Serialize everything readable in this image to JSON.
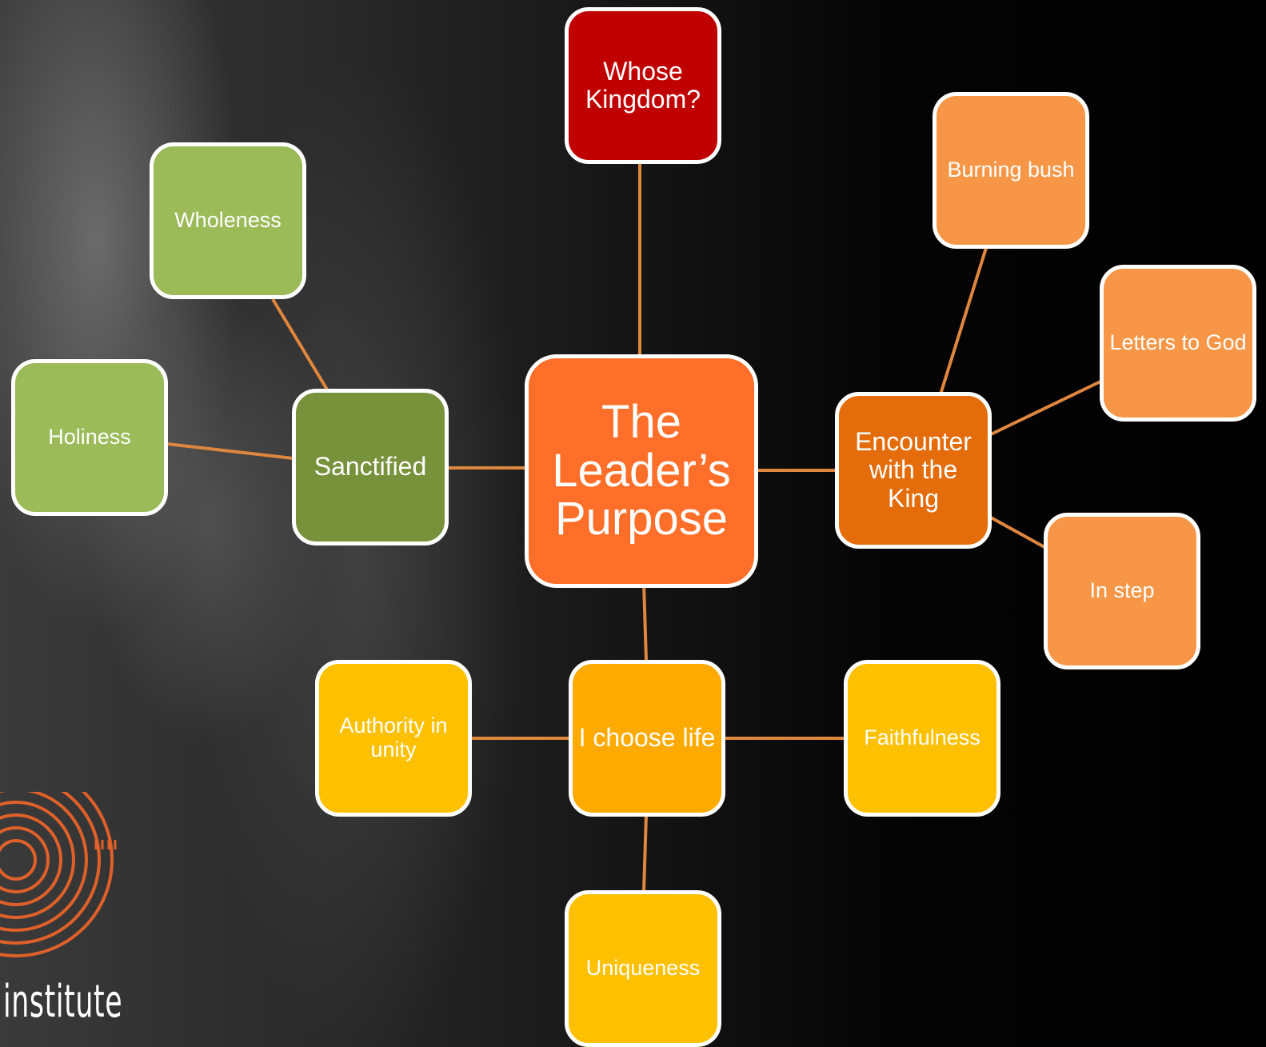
{
  "diagram": {
    "center": {
      "label": "The Leader’s Purpose"
    },
    "nodes": {
      "whose_kingdom": "Whose Kingdom?",
      "sanctified": "Sanctified",
      "wholeness": "Wholeness",
      "holiness": "Holiness",
      "encounter": "Encounter with the King",
      "burning_bush": "Burning bush",
      "letters_to_god": "Letters to God",
      "in_step": "In step",
      "choose_life": "I choose life",
      "authority": "Authority in unity",
      "faithfulness": "Faithfulness",
      "uniqueness": "Uniqueness"
    }
  },
  "logo": {
    "text": "institute"
  },
  "colors": {
    "center": "#FF6F2A",
    "red": "#C00000",
    "dark_green": "#78923C",
    "light_green": "#9BBB59",
    "dark_orange": "#E46C0A",
    "light_orange": "#F79646",
    "amber": "#FFAA00",
    "yellow": "#FFC000",
    "connector": "#E0873F"
  }
}
